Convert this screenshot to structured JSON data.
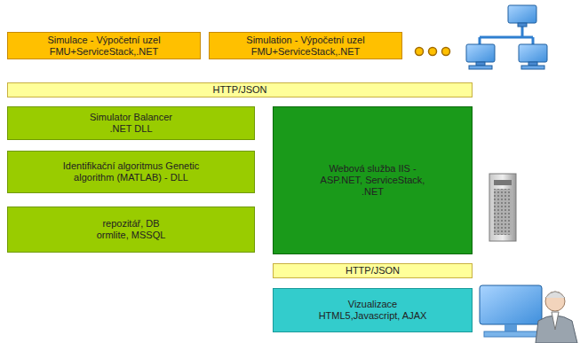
{
  "diagram": {
    "nodes": [
      {
        "text": [
          "Simulace - Výpočetní uzel FMU+ServiceStack,.NET"
        ]
      },
      {
        "text": [
          "Simulation - Výpočetní uzel FMU+ServiceStack,.NET"
        ]
      },
      {
        "text": [
          "HTTP/JSON"
        ]
      },
      {
        "text": [
          "Simulator Balancer .NET DLL"
        ]
      },
      {
        "text": [
          "Webová služba IIS - ASP.NET, ServiceStack, .NET"
        ]
      },
      {
        "text": [
          "Identifikační algoritmus Genetic algorithm (MATLAB) - DLL"
        ]
      },
      {
        "text": [
          "repozitář, DB ormlite, MSSQL"
        ]
      },
      {
        "text": [
          "HTTP/JSON"
        ]
      },
      {
        "text": [
          "Vizualizace HTML5,Javascript, AJAX"
        ]
      }
    ]
  }
}
